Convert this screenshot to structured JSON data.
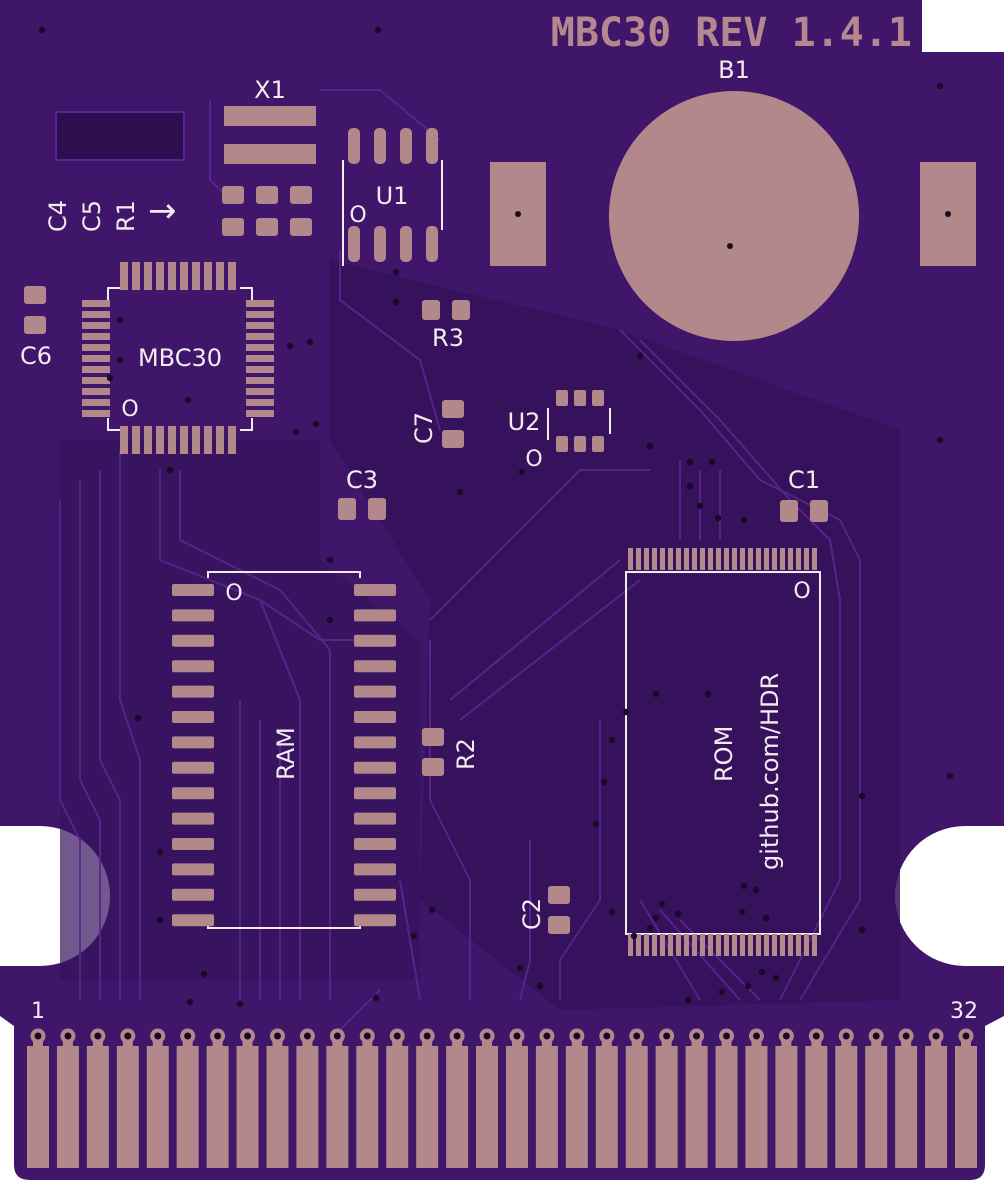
{
  "board": {
    "title": "MBC30 REV 1.4.1",
    "url_label": "github.com/HDR",
    "colors": {
      "board": "#3f1669",
      "board_dark": "#33125a",
      "copper_pad": "#b2888b",
      "silkscreen": "#f2ecef",
      "background": "#ffffff"
    }
  },
  "labels": {
    "x1": "X1",
    "b1": "B1",
    "u1": "U1",
    "u2": "U2",
    "mbc30": "MBC30",
    "r1": "R1",
    "r2": "R2",
    "r3": "R3",
    "c1": "C1",
    "c2": "C2",
    "c3": "C3",
    "c4": "C4",
    "c5": "C5",
    "c6": "C6",
    "c7": "C7",
    "ram": "RAM",
    "rom": "ROM",
    "pin_first": "1",
    "pin_last": "32",
    "pin1_marker": "O",
    "arrow": "→"
  },
  "edge_connector": {
    "pin_count": 32
  }
}
